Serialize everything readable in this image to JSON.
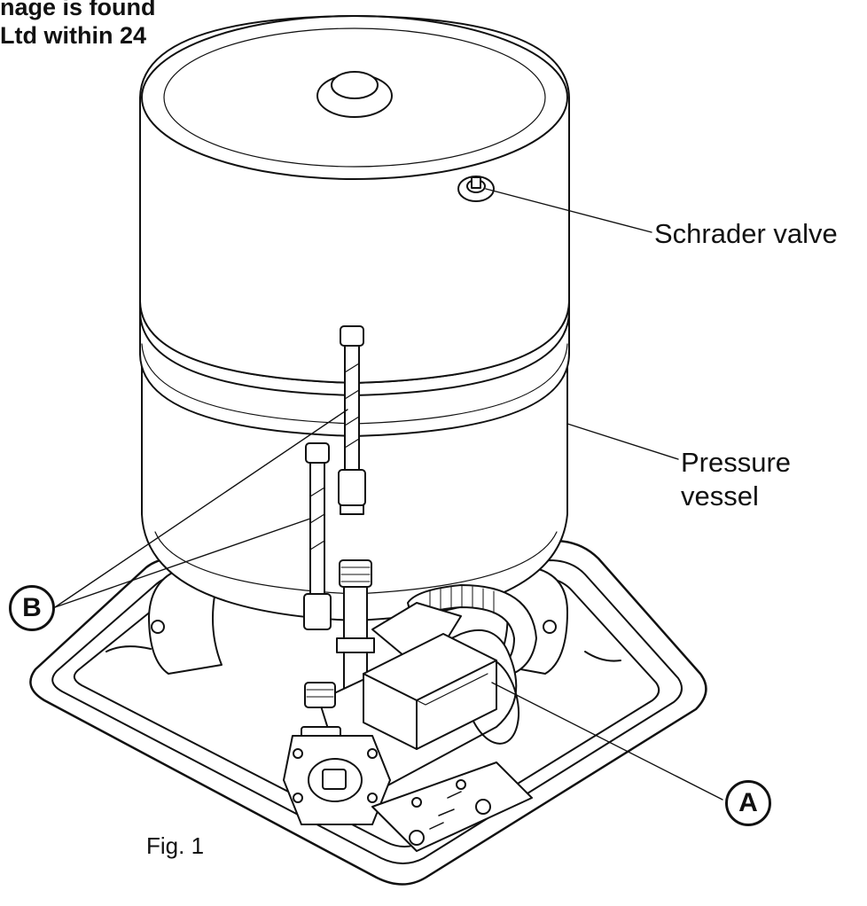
{
  "header": {
    "line1": "nage is found",
    "line2": "Ltd within 24"
  },
  "labels": {
    "schrader_valve": "Schrader valve",
    "pressure_line1": "Pressure",
    "pressure_line2": "vessel",
    "marker_a": "A",
    "marker_b": "B",
    "figure_caption": "Fig. 1"
  }
}
